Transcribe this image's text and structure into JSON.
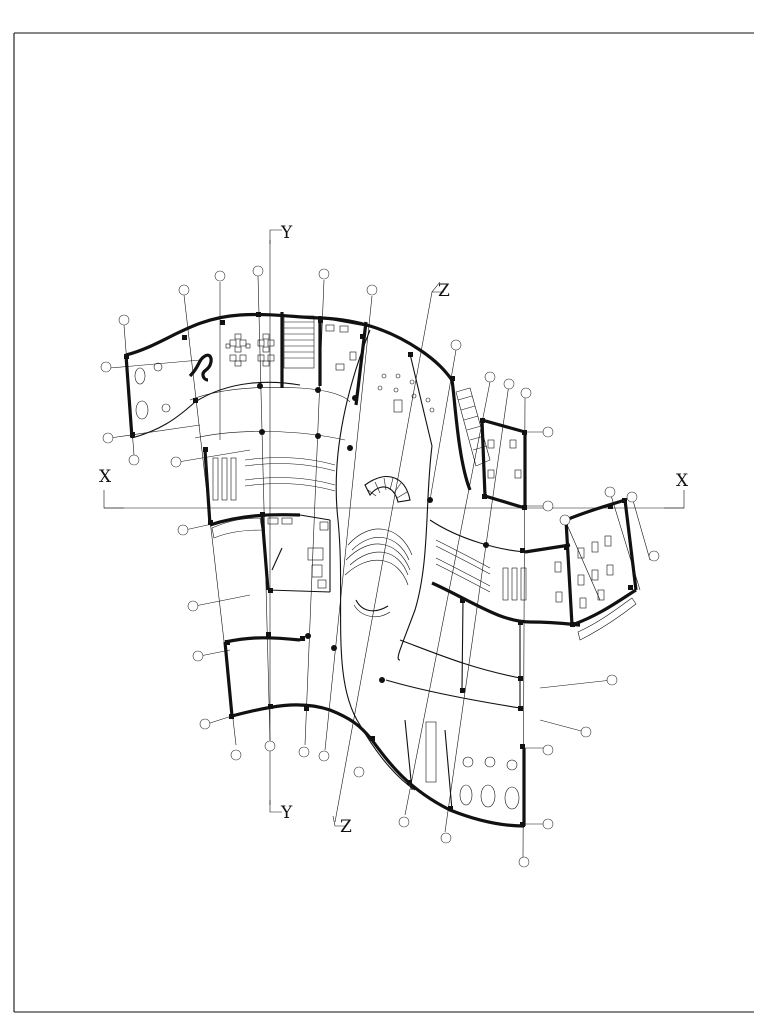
{
  "drawing": {
    "section_markers": {
      "x_left": "X",
      "x_right": "X",
      "y_top": "Y",
      "y_bottom": "Y",
      "z_top": "Z",
      "z_bottom": "Z"
    }
  }
}
